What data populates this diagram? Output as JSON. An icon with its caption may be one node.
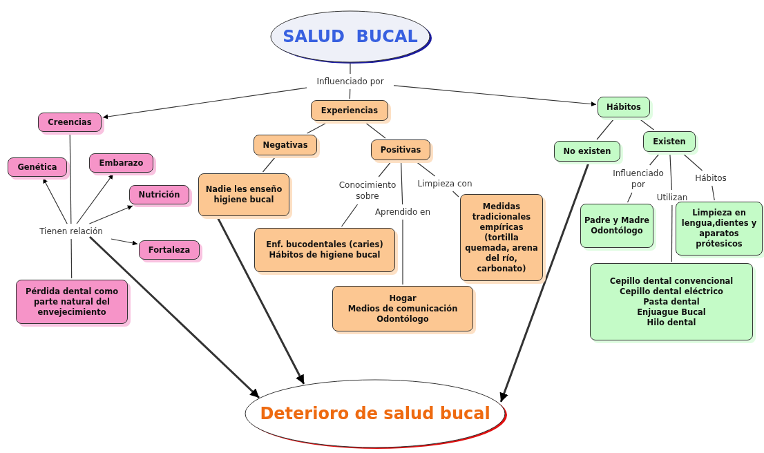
{
  "diagram": {
    "nodes": [
      {
        "text": [
          "SALUD  BUCAL"
        ]
      },
      {
        "text": [
          "Influenciado por"
        ]
      },
      {
        "text": [
          "Creencias"
        ]
      },
      {
        "text": [
          "Experiencias"
        ]
      },
      {
        "text": [
          "Hábitos"
        ]
      },
      {
        "text": [
          "Tienen relación"
        ]
      },
      {
        "text": [
          "Genética"
        ]
      },
      {
        "text": [
          "Embarazo"
        ]
      },
      {
        "text": [
          "Nutrición"
        ]
      },
      {
        "text": [
          "Fortaleza"
        ]
      },
      {
        "text": [
          "Pérdida dental como parte natural del envejecimiento"
        ]
      },
      {
        "text": [
          "Negativas"
        ]
      },
      {
        "text": [
          "Positivas"
        ]
      },
      {
        "text": [
          "Nadie les enseño higiene bucal"
        ]
      },
      {
        "text": [
          "Conocimiento sobre"
        ]
      },
      {
        "text": [
          "Aprendido en"
        ]
      },
      {
        "text": [
          "Limpieza con"
        ]
      },
      {
        "text": [
          "Enf. bucodentales (caries)",
          "Hábitos de higiene bucal"
        ]
      },
      {
        "text": [
          "Hogar",
          "Medios de comunicación",
          "Odontólogo"
        ]
      },
      {
        "text": [
          "Medidas tradicionales empíricas (tortilla quemada, arena del río, carbonato)"
        ]
      },
      {
        "text": [
          "No existen"
        ]
      },
      {
        "text": [
          "Existen"
        ]
      },
      {
        "text": [
          "Influenciado por"
        ]
      },
      {
        "text": [
          "Utilizan"
        ]
      },
      {
        "text": [
          "Hábitos"
        ]
      },
      {
        "text": [
          "Padre y Madre",
          "Odontólogo"
        ]
      },
      {
        "text": [
          "Limpieza en lengua,dientes y aparatos prótesicos"
        ]
      },
      {
        "text": [
          "Cepillo dental convencional",
          "Cepillo dental eléctrico",
          "Pasta dental",
          "Enjuague Bucal",
          "Hilo dental"
        ]
      },
      {
        "text": [
          "Deterioro de salud bucal"
        ]
      }
    ],
    "edges": [
      {
        "from": 0,
        "to": 1,
        "arrow": "none"
      },
      {
        "from": 1,
        "to": 2,
        "arrow": "to"
      },
      {
        "from": 1,
        "to": 3,
        "arrow": "none"
      },
      {
        "from": 1,
        "to": 4,
        "arrow": "to"
      },
      {
        "from": 2,
        "to": 5,
        "arrow": "none"
      },
      {
        "from": 5,
        "to": 6,
        "arrow": "to"
      },
      {
        "from": 5,
        "to": 7,
        "arrow": "to"
      },
      {
        "from": 5,
        "to": 8,
        "arrow": "to"
      },
      {
        "from": 5,
        "to": 9,
        "arrow": "to"
      },
      {
        "from": 5,
        "to": 10,
        "arrow": "none"
      },
      {
        "from": 5,
        "to": 28,
        "arrow": "to",
        "style": "thick"
      },
      {
        "from": 3,
        "to": 11,
        "arrow": "none"
      },
      {
        "from": 3,
        "to": 12,
        "arrow": "none"
      },
      {
        "from": 11,
        "to": 13,
        "arrow": "none"
      },
      {
        "from": 13,
        "to": 28,
        "arrow": "to",
        "style": "thick"
      },
      {
        "from": 12,
        "to": 14,
        "arrow": "none"
      },
      {
        "from": 14,
        "to": 17,
        "arrow": "none"
      },
      {
        "from": 12,
        "to": 15,
        "arrow": "none"
      },
      {
        "from": 15,
        "to": 18,
        "arrow": "none"
      },
      {
        "from": 12,
        "to": 16,
        "arrow": "none"
      },
      {
        "from": 16,
        "to": 19,
        "arrow": "none"
      },
      {
        "from": 4,
        "to": 20,
        "arrow": "none"
      },
      {
        "from": 4,
        "to": 21,
        "arrow": "none"
      },
      {
        "from": 20,
        "to": 28,
        "arrow": "to",
        "style": "thick"
      },
      {
        "from": 21,
        "to": 22,
        "arrow": "none"
      },
      {
        "from": 22,
        "to": 25,
        "arrow": "none"
      },
      {
        "from": 21,
        "to": 23,
        "arrow": "none"
      },
      {
        "from": 23,
        "to": 27,
        "arrow": "none"
      },
      {
        "from": 21,
        "to": 24,
        "arrow": "none"
      },
      {
        "from": 24,
        "to": 26,
        "arrow": "none"
      }
    ]
  }
}
